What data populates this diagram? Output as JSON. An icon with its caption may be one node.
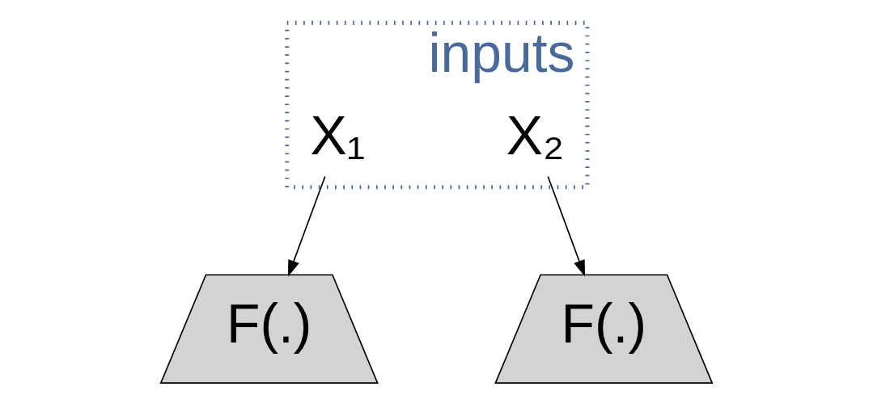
{
  "diagram": {
    "nodes": [
      {
        "text": [
          "inputs"
        ]
      },
      {
        "text": [
          "X₁"
        ],
        "in": 0
      },
      {
        "text": [
          "X₂"
        ],
        "in": 0
      },
      {
        "text": [
          "F(.)"
        ]
      },
      {
        "text": [
          "F(.)"
        ]
      }
    ],
    "edges": [
      {
        "from": 1,
        "to": 3,
        "arrow": "to"
      },
      {
        "from": 2,
        "to": 4,
        "arrow": "to"
      }
    ]
  }
}
